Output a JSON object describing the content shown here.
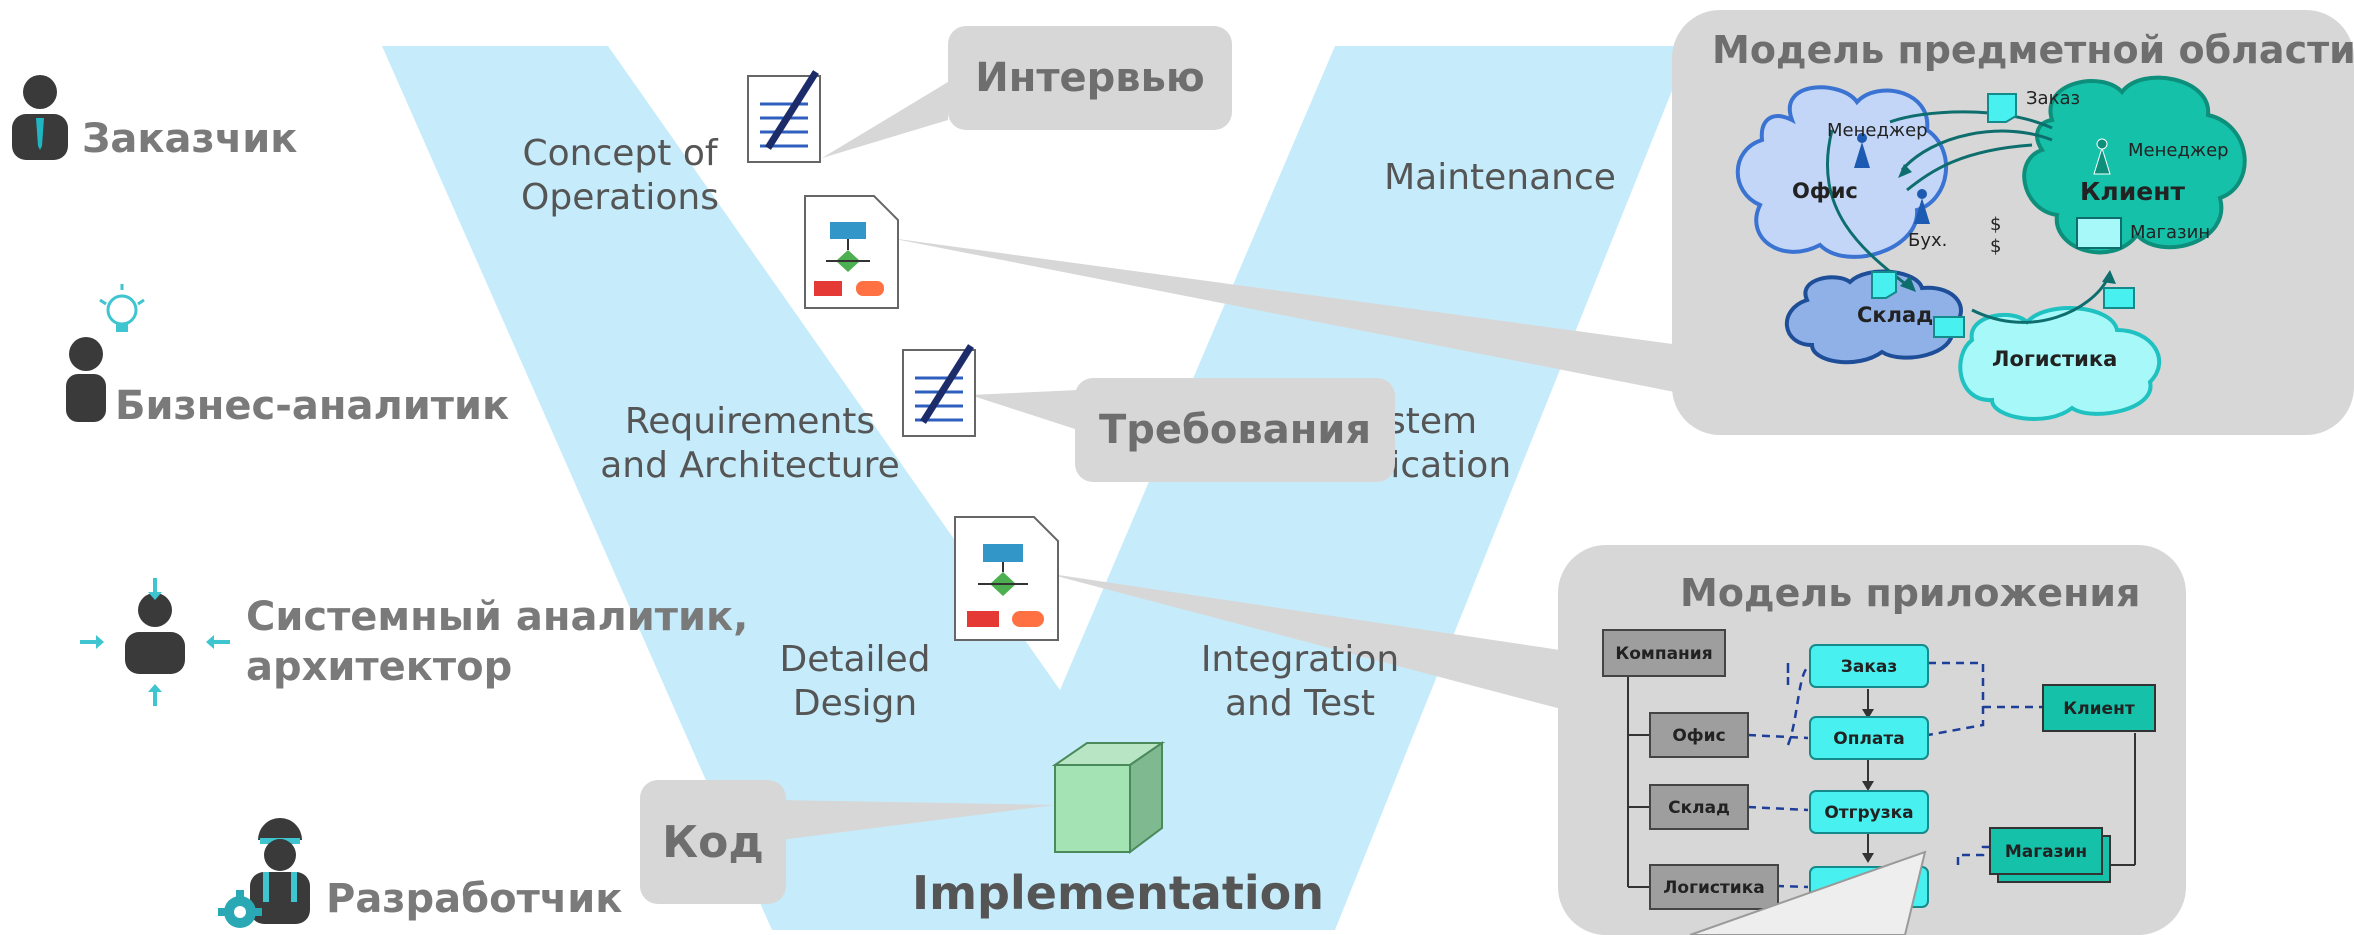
{
  "roles": {
    "customer": "Заказчик",
    "business_analyst": "Бизнес-аналитик",
    "system_analyst_line1": "Системный аналитик,",
    "system_analyst_line2": "архитектор",
    "developer": "Разработчик"
  },
  "phases": {
    "concept_line1": "Concept of",
    "concept_line2": "Operations",
    "requirements_line1": "Requirements",
    "requirements_line2": "and Architecture",
    "detailed_line1": "Detailed",
    "detailed_line2": "Design",
    "implementation": "Implementation",
    "integration_line1": "Integration",
    "integration_line2": "and Test",
    "system_line1": "System",
    "system_line2": "Verification",
    "maintenance": "Maintenance"
  },
  "callouts": {
    "interview": "Интервью",
    "requirements": "Требования",
    "code": "Код"
  },
  "domain_model": {
    "title": "Модель предметной области",
    "office": "Офис",
    "client": "Клиент",
    "warehouse": "Склад",
    "logistics": "Логистика",
    "manager_office": "Менеджер",
    "manager_client": "Менеджер",
    "accountant": "Бух.",
    "order": "Заказ",
    "store": "Магазин",
    "money1": "$",
    "money2": "$"
  },
  "app_model": {
    "title": "Модель приложения",
    "company": "Компания",
    "office": "Офис",
    "warehouse": "Склад",
    "logistics": "Логистика",
    "order": "Заказ",
    "payment": "Оплата",
    "shipment": "Отгрузка",
    "client": "Клиент",
    "store": "Магазин"
  },
  "colors": {
    "v_fill": "#c6ecfb",
    "callout_bg": "#d7d7d7",
    "role_text": "#7a7a7a",
    "teal": "#2aa9b5",
    "box_cyan": "#49f0f0",
    "box_teal": "#16c1a9",
    "box_gray": "#9e9e9e"
  },
  "icons": [
    "person-icon",
    "lightbulb-icon",
    "arrows-in-icon",
    "gear-icon",
    "document-pen-icon",
    "flowchart-document-icon",
    "cube-icon"
  ]
}
